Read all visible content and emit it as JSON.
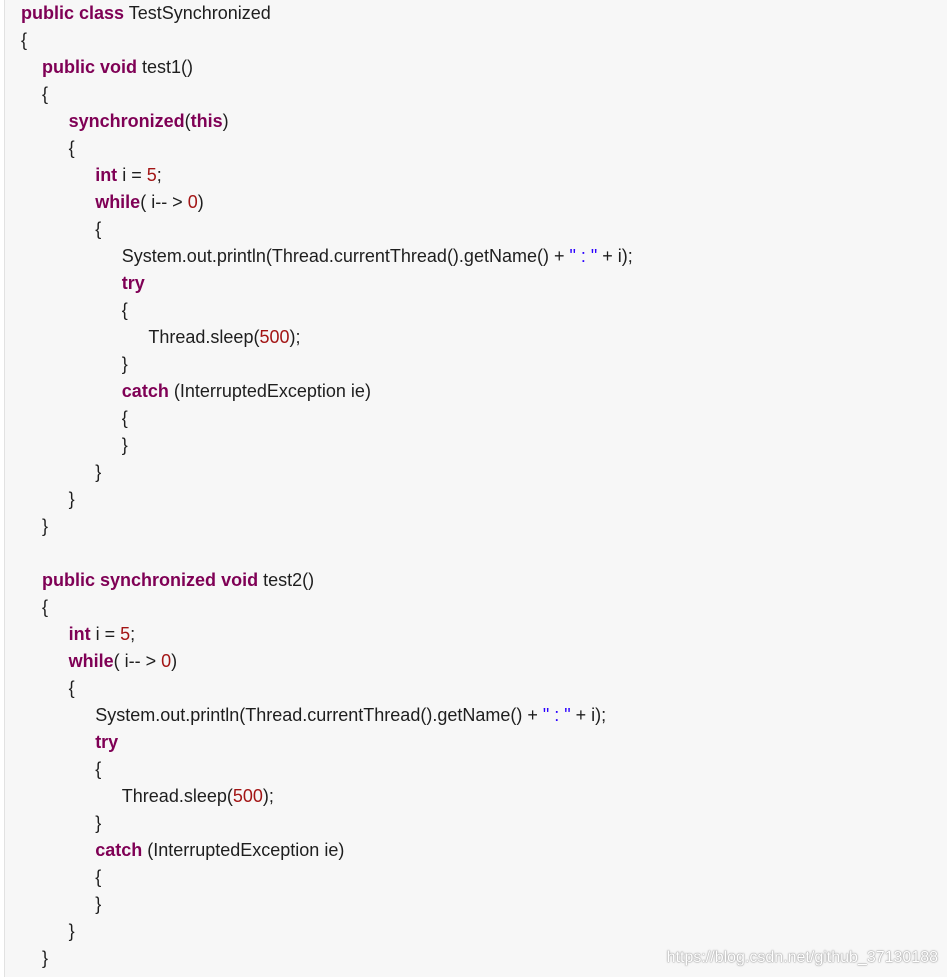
{
  "colors": {
    "keyword": "#7f0055",
    "number": "#a31515",
    "string": "#2a00ff",
    "text": "#1e1e1e",
    "background": "#f7f7f7",
    "border": "#e2e2e2",
    "watermark": "#ffffff"
  },
  "code": {
    "lines": [
      {
        "tokens": [
          {
            "type": "keyword",
            "text": "public"
          },
          {
            "type": "text",
            "text": " "
          },
          {
            "type": "keyword",
            "text": "class"
          },
          {
            "type": "text",
            "text": " TestSynchronized"
          }
        ]
      },
      {
        "tokens": [
          {
            "type": "text",
            "text": "{"
          }
        ]
      },
      {
        "tokens": [
          {
            "type": "text",
            "text": "    "
          },
          {
            "type": "keyword",
            "text": "public"
          },
          {
            "type": "text",
            "text": " "
          },
          {
            "type": "keyword",
            "text": "void"
          },
          {
            "type": "text",
            "text": " test1()"
          }
        ]
      },
      {
        "tokens": [
          {
            "type": "text",
            "text": "    "
          },
          {
            "type": "text",
            "text": "{"
          }
        ]
      },
      {
        "tokens": [
          {
            "type": "text",
            "text": "        "
          },
          {
            "type": "keyword",
            "text": "synchronized"
          },
          {
            "type": "text",
            "text": "("
          },
          {
            "type": "keyword",
            "text": "this"
          },
          {
            "type": "text",
            "text": ")"
          }
        ]
      },
      {
        "tokens": [
          {
            "type": "text",
            "text": "        "
          },
          {
            "type": "text",
            "text": "{"
          }
        ]
      },
      {
        "tokens": [
          {
            "type": "text",
            "text": "            "
          },
          {
            "type": "keyword",
            "text": "int"
          },
          {
            "type": "text",
            "text": " i = "
          },
          {
            "type": "number",
            "text": "5"
          },
          {
            "type": "text",
            "text": ";"
          }
        ]
      },
      {
        "tokens": [
          {
            "type": "text",
            "text": "            "
          },
          {
            "type": "keyword",
            "text": "while"
          },
          {
            "type": "text",
            "text": "( i-- > "
          },
          {
            "type": "number",
            "text": "0"
          },
          {
            "type": "text",
            "text": ")"
          }
        ]
      },
      {
        "tokens": [
          {
            "type": "text",
            "text": "            "
          },
          {
            "type": "text",
            "text": "{"
          }
        ]
      },
      {
        "tokens": [
          {
            "type": "text",
            "text": "                "
          },
          {
            "type": "text",
            "text": "System.out.println(Thread.currentThread().getName() + "
          },
          {
            "type": "string",
            "text": "\" : \""
          },
          {
            "type": "text",
            "text": " + i);"
          }
        ]
      },
      {
        "tokens": [
          {
            "type": "text",
            "text": "                "
          },
          {
            "type": "keyword",
            "text": "try"
          }
        ]
      },
      {
        "tokens": [
          {
            "type": "text",
            "text": "                "
          },
          {
            "type": "text",
            "text": "{"
          }
        ]
      },
      {
        "tokens": [
          {
            "type": "text",
            "text": "                    "
          },
          {
            "type": "text",
            "text": "Thread.sleep("
          },
          {
            "type": "number",
            "text": "500"
          },
          {
            "type": "text",
            "text": ");"
          }
        ]
      },
      {
        "tokens": [
          {
            "type": "text",
            "text": "                "
          },
          {
            "type": "text",
            "text": "}"
          }
        ]
      },
      {
        "tokens": [
          {
            "type": "text",
            "text": "                "
          },
          {
            "type": "keyword",
            "text": "catch"
          },
          {
            "type": "text",
            "text": " (InterruptedException ie)"
          }
        ]
      },
      {
        "tokens": [
          {
            "type": "text",
            "text": "                "
          },
          {
            "type": "text",
            "text": "{"
          }
        ]
      },
      {
        "tokens": [
          {
            "type": "text",
            "text": "                "
          },
          {
            "type": "text",
            "text": "}"
          }
        ]
      },
      {
        "tokens": [
          {
            "type": "text",
            "text": "            "
          },
          {
            "type": "text",
            "text": "}"
          }
        ]
      },
      {
        "tokens": [
          {
            "type": "text",
            "text": "        "
          },
          {
            "type": "text",
            "text": "}"
          }
        ]
      },
      {
        "tokens": [
          {
            "type": "text",
            "text": "    "
          },
          {
            "type": "text",
            "text": "}"
          }
        ]
      },
      {
        "tokens": []
      },
      {
        "tokens": [
          {
            "type": "text",
            "text": "    "
          },
          {
            "type": "keyword",
            "text": "public"
          },
          {
            "type": "text",
            "text": " "
          },
          {
            "type": "keyword",
            "text": "synchronized"
          },
          {
            "type": "text",
            "text": " "
          },
          {
            "type": "keyword",
            "text": "void"
          },
          {
            "type": "text",
            "text": " test2()"
          }
        ]
      },
      {
        "tokens": [
          {
            "type": "text",
            "text": "    "
          },
          {
            "type": "text",
            "text": "{"
          }
        ]
      },
      {
        "tokens": [
          {
            "type": "text",
            "text": "        "
          },
          {
            "type": "keyword",
            "text": "int"
          },
          {
            "type": "text",
            "text": " i = "
          },
          {
            "type": "number",
            "text": "5"
          },
          {
            "type": "text",
            "text": ";"
          }
        ]
      },
      {
        "tokens": [
          {
            "type": "text",
            "text": "        "
          },
          {
            "type": "keyword",
            "text": "while"
          },
          {
            "type": "text",
            "text": "( i-- > "
          },
          {
            "type": "number",
            "text": "0"
          },
          {
            "type": "text",
            "text": ")"
          }
        ]
      },
      {
        "tokens": [
          {
            "type": "text",
            "text": "        "
          },
          {
            "type": "text",
            "text": "{"
          }
        ]
      },
      {
        "tokens": [
          {
            "type": "text",
            "text": "            "
          },
          {
            "type": "text",
            "text": "System.out.println(Thread.currentThread().getName() + "
          },
          {
            "type": "string",
            "text": "\" : \""
          },
          {
            "type": "text",
            "text": " + i);"
          }
        ]
      },
      {
        "tokens": [
          {
            "type": "text",
            "text": "            "
          },
          {
            "type": "keyword",
            "text": "try"
          }
        ]
      },
      {
        "tokens": [
          {
            "type": "text",
            "text": "            "
          },
          {
            "type": "text",
            "text": "{"
          }
        ]
      },
      {
        "tokens": [
          {
            "type": "text",
            "text": "                "
          },
          {
            "type": "text",
            "text": "Thread.sleep("
          },
          {
            "type": "number",
            "text": "500"
          },
          {
            "type": "text",
            "text": ");"
          }
        ]
      },
      {
        "tokens": [
          {
            "type": "text",
            "text": "            "
          },
          {
            "type": "text",
            "text": "}"
          }
        ]
      },
      {
        "tokens": [
          {
            "type": "text",
            "text": "            "
          },
          {
            "type": "keyword",
            "text": "catch"
          },
          {
            "type": "text",
            "text": " (InterruptedException ie)"
          }
        ]
      },
      {
        "tokens": [
          {
            "type": "text",
            "text": "            "
          },
          {
            "type": "text",
            "text": "{"
          }
        ]
      },
      {
        "tokens": [
          {
            "type": "text",
            "text": "            "
          },
          {
            "type": "text",
            "text": "}"
          }
        ]
      },
      {
        "tokens": [
          {
            "type": "text",
            "text": "        "
          },
          {
            "type": "text",
            "text": "}"
          }
        ]
      },
      {
        "tokens": [
          {
            "type": "text",
            "text": "    "
          },
          {
            "type": "text",
            "text": "}"
          }
        ]
      }
    ]
  },
  "watermark": {
    "text": "https://blog.csdn.net/github_37130188"
  }
}
